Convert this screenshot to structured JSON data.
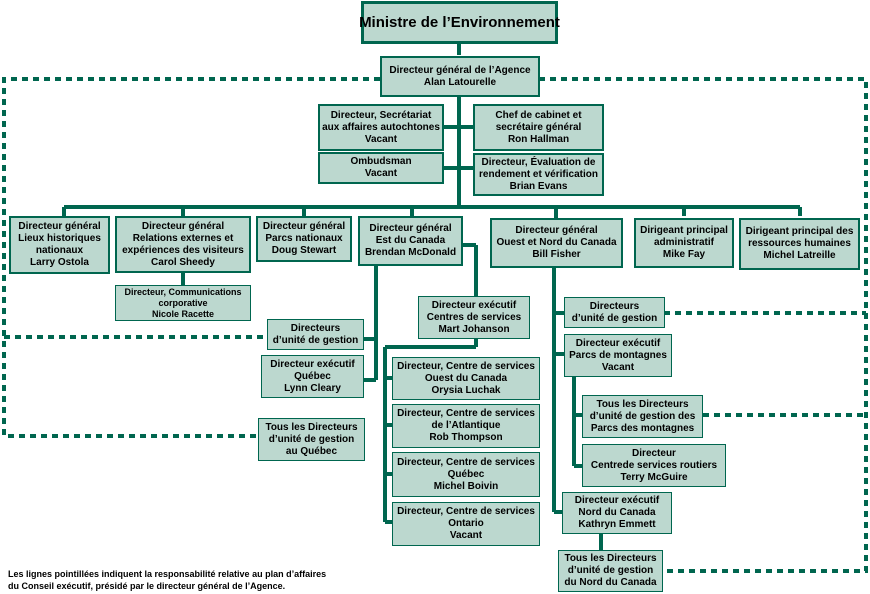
{
  "colors": {
    "line": "#00664f",
    "box_fill": "#bcd8cf",
    "text": "#000000"
  },
  "nodes": {
    "minister": [
      "Ministre de l’Environnement"
    ],
    "ceo": [
      "Directeur général de l’Agence",
      "Alan Latourelle"
    ],
    "aboriginal": [
      "Directeur, Secrétariat",
      "aux affaires autochtones",
      "Vacant"
    ],
    "chief_of_staff": [
      "Chef de cabinet et",
      "secrétaire général",
      "Ron Hallman"
    ],
    "ombudsman": [
      "Ombudsman",
      "Vacant"
    ],
    "evaluation": [
      "Directeur, Évaluation de",
      "rendement et vérification",
      "Brian Evans"
    ],
    "historic_sites": [
      "Directeur général",
      "Lieux historiques",
      "nationaux",
      "Larry Ostola"
    ],
    "external_relations": [
      "Directeur général",
      "Relations externes et",
      "expériences des visiteurs",
      "Carol Sheedy"
    ],
    "communications": [
      "Directeur, Communications",
      "corporative",
      "Nicole Racette"
    ],
    "national_parks": [
      "Directeur général",
      "Parcs nationaux",
      "Doug Stewart"
    ],
    "eastern_canada": [
      "Directeur général",
      "Est du Canada",
      "Brendan McDonald"
    ],
    "western_northern": [
      "Directeur général",
      "Ouest et Nord du Canada",
      "Bill Fisher"
    ],
    "cao": [
      "Dirigeant principal",
      "administratif",
      "Mike Fay"
    ],
    "hr": [
      "Dirigeant principal des",
      "ressources humaines",
      "Michel Latreille"
    ],
    "east_fu_directors": [
      "Directeurs",
      "d’unité de gestion"
    ],
    "quebec_exec": [
      "Directeur exécutif",
      "Québec",
      "Lynn Cleary"
    ],
    "quebec_all_fu": [
      "Tous les Directeurs",
      "d’unité de gestion",
      "au Québec"
    ],
    "service_centres_exec": [
      "Directeur exécutif",
      "Centres de services",
      "Mart Johanson"
    ],
    "sc_west": [
      "Directeur, Centre de services",
      "Ouest du Canada",
      "Orysia Luchak"
    ],
    "sc_atlantic": [
      "Directeur, Centre de services",
      "de l’Atlantique",
      "Rob Thompson"
    ],
    "sc_quebec": [
      "Directeur, Centre de services",
      "Québec",
      "Michel Boivin"
    ],
    "sc_ontario": [
      "Directeur, Centre de services",
      "Ontario",
      "Vacant"
    ],
    "west_fu_directors": [
      "Directeurs",
      "d’unité de gestion"
    ],
    "mountain_exec": [
      "Directeur exécutif",
      "Parcs de montagnes",
      "Vacant"
    ],
    "mountain_all_fu": [
      "Tous les Directeurs",
      "d’unité de gestion des",
      "Parcs des montagnes"
    ],
    "highway_services": [
      "Directeur",
      "Centrede services routiers",
      "Terry McGuire"
    ],
    "north_exec": [
      "Directeur exécutif",
      "Nord du Canada",
      "Kathryn Emmett"
    ],
    "north_all_fu": [
      "Tous les Directeurs",
      "d’unité de gestion",
      "du Nord du Canada"
    ]
  },
  "footnote": [
    "Les lignes pointillées indiquent la responsabilité relative au plan d’affaires",
    "du Conseil exécutif, présidé par le directeur général de l’Agence."
  ]
}
